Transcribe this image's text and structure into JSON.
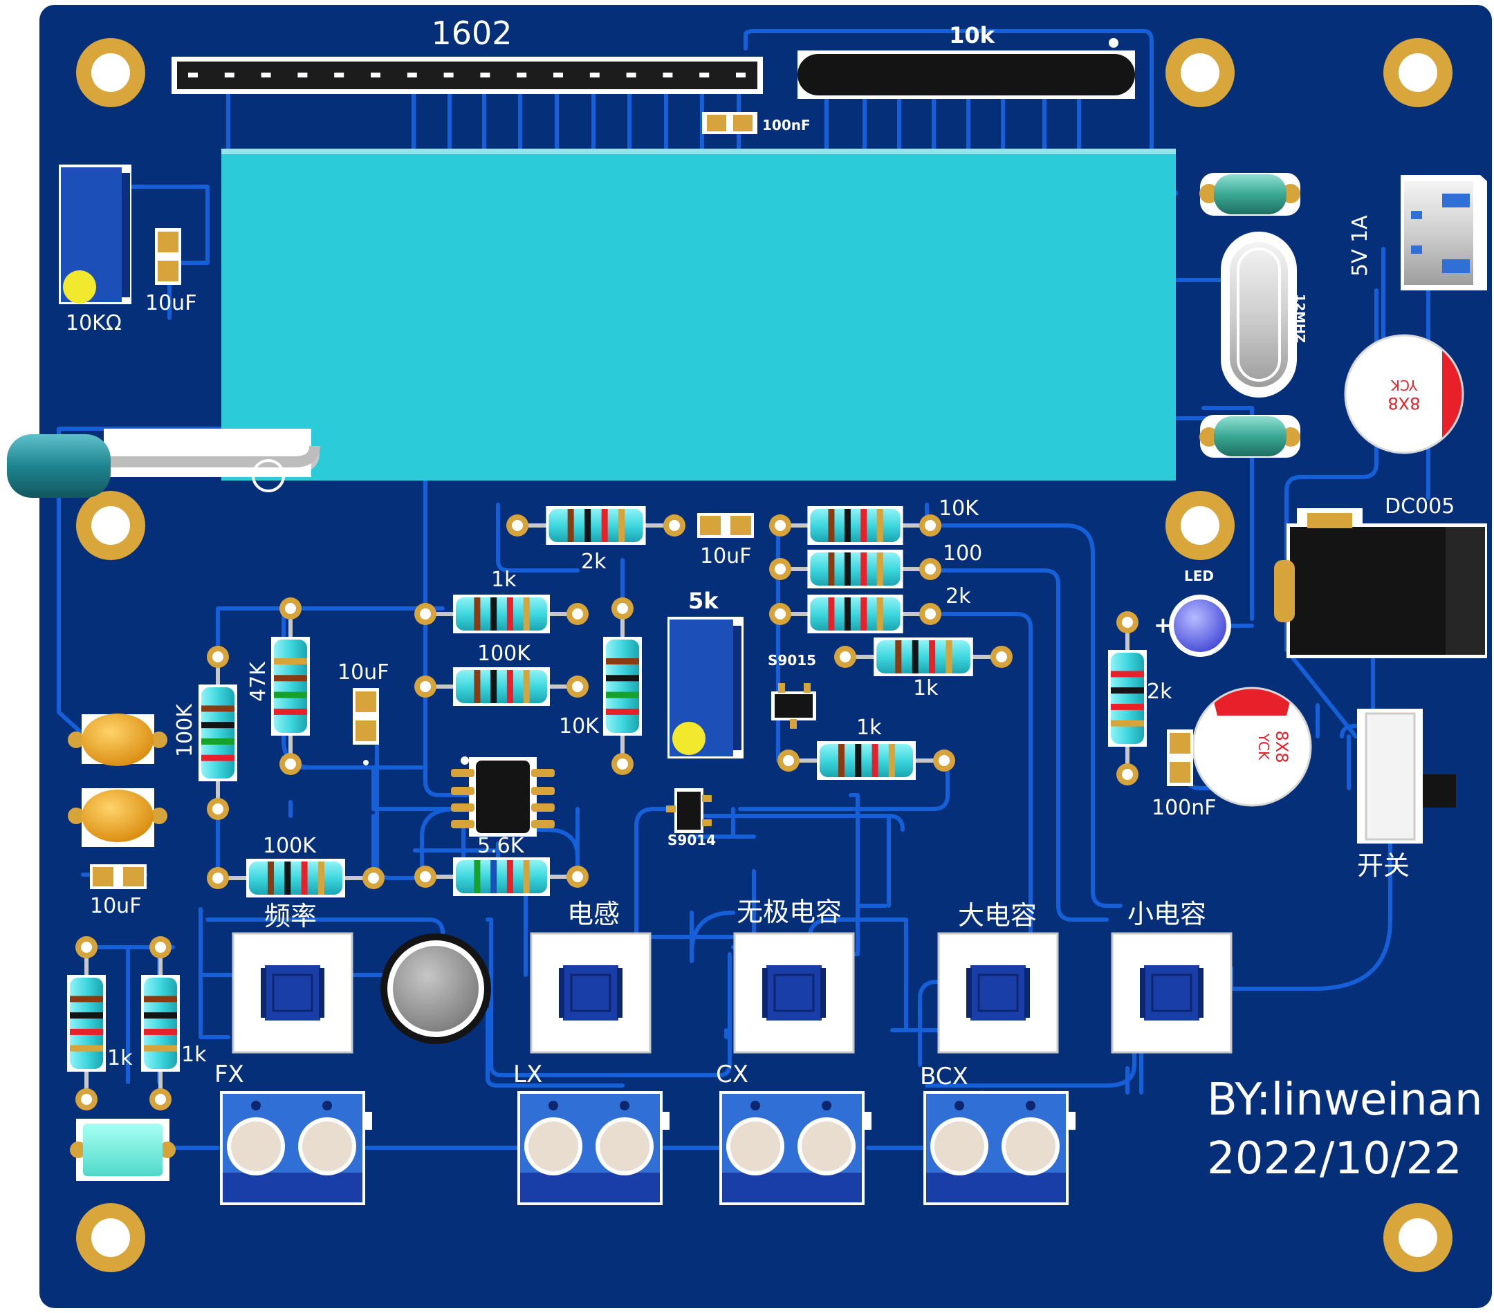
{
  "colors": {
    "board": "#062f7a",
    "trace": "#1560d8",
    "pad": "#d6a43a",
    "padRing": "#e7bf63",
    "silk": "#ffffff",
    "lcd": "#2bcbd9",
    "header": "#1c1c1c",
    "resistor": "#49dfe6",
    "capBody": "#f1c864",
    "trimmer": "#1d4fb8",
    "knob": "#f2e92e",
    "button": "#ffffff",
    "buttonCap": "#1a3ea8",
    "terminal": "#2f6fd6",
    "screw": "#e8ddcf",
    "elecCap": "#e8202a",
    "led": "#6b70f0",
    "buzzer": "#9a9a9a",
    "dcJack": "#141414",
    "inductor": "#2f9c8f",
    "ceramic": "#1e7f8c"
  },
  "labels": {
    "lcd_header": "1602",
    "pot_top": "10k",
    "cap_100nf_top": "100nF",
    "trimmer_left": "10KΩ",
    "cap_left": "10uF",
    "crystal": "12MHZ",
    "power_rating": "5V  1A",
    "elec_cap_text": "8X8",
    "elec_cap_brand": "YCK",
    "dc_jack": "DC005",
    "led": "LED",
    "led_plus": "+",
    "r_2k_top": "2k",
    "c_10uf_mid": "10uF",
    "r_10k_right": "10K",
    "r_100_right": "100",
    "r_2k_right": "2k",
    "r_1k_a": "1k",
    "trim_5k": "5k",
    "s9015": "S9015",
    "r_1k_b": "1k",
    "r_100k_a": "100K",
    "r_47k": "47K",
    "c_10uf_b": "10uF",
    "r_100k_v": "100K",
    "r_10k_v": "10K",
    "r_1k_c": "1k",
    "s9014": "S9014",
    "r_56k": "5.6K",
    "r_100k_b": "100K",
    "c_10uf_c": "10uF",
    "r_2k_v": "2k",
    "c_100nf_b": "100nF",
    "switch": "开关",
    "btn_freq": "频率",
    "btn_ind": "电感",
    "btn_ncap": "无极电容",
    "btn_bigcap": "大电容",
    "btn_smallcap": "小电容",
    "r_1k_d": "1k",
    "r_1k_e": "1k",
    "fx": "FX",
    "lx": "LX",
    "cx": "CX",
    "bcx": "BCX",
    "author": "BY:linweinan",
    "date": "2022/10/22"
  }
}
